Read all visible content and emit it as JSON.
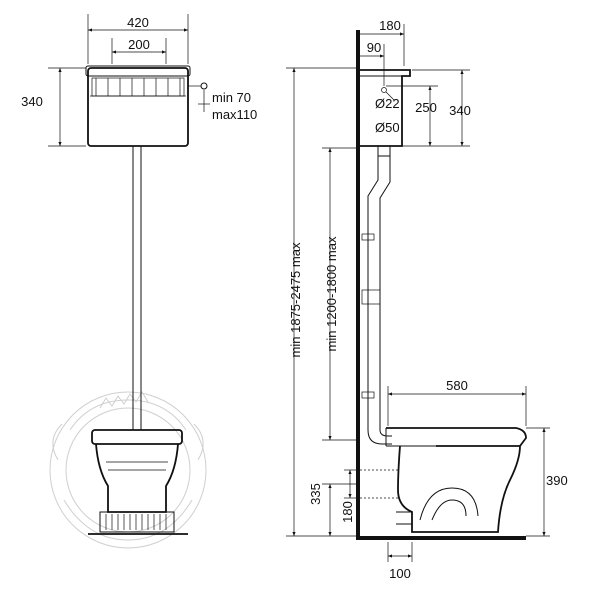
{
  "front_view": {
    "cistern_width": "420",
    "button_spacing": "200",
    "cistern_height": "340",
    "lever_min": "min 70",
    "lever_max": "max110"
  },
  "side_view": {
    "cistern_depth": "180",
    "offset": "90",
    "inlet_diameter": "Ø22",
    "outlet_diameter": "Ø50",
    "inlet_height": "250",
    "cistern_height": "340",
    "overall_height": "min 1875-2475 max",
    "pipe_height": "min 1200-1800 max",
    "bowl_length": "580",
    "bowl_height": "390",
    "outlet_height": "335",
    "outlet_dia": "180",
    "wall_distance": "100"
  },
  "colors": {
    "line": "#111111",
    "watermark": "#cfcfcf"
  }
}
